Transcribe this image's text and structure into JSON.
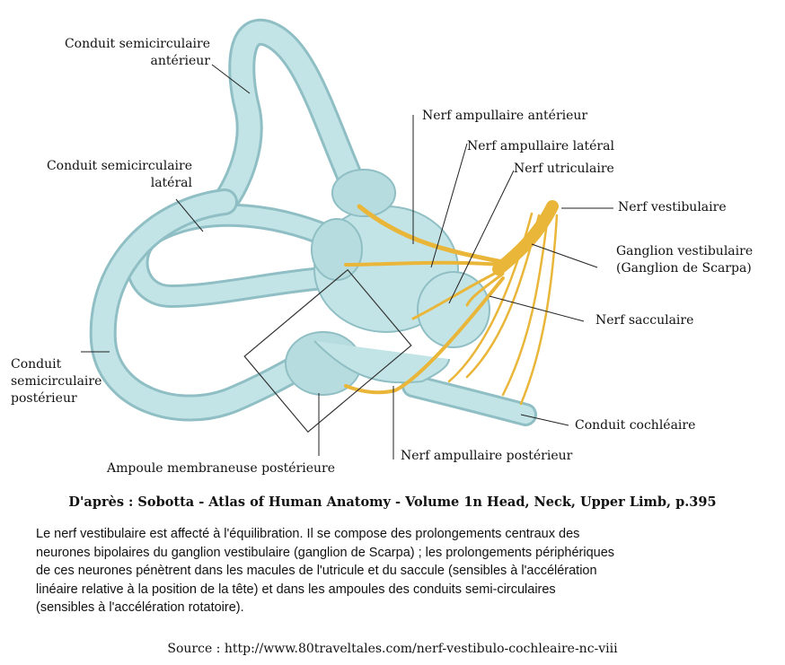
{
  "labels": {
    "conduit_anterieur_1": "Conduit semicirculaire",
    "conduit_anterieur_2": "antérieur",
    "conduit_lateral_1": "Conduit semicirculaire",
    "conduit_lateral_2": "latéral",
    "conduit_posterieur_1": "Conduit",
    "conduit_posterieur_2": "semicirculaire",
    "conduit_posterieur_3": "postérieur",
    "ampoule": "Ampoule membraneuse postérieure",
    "nerf_amp_anterieur": "Nerf ampullaire antérieur",
    "nerf_amp_lateral": "Nerf ampullaire latéral",
    "nerf_utriculaire": "Nerf utriculaire",
    "nerf_vestibulaire": "Nerf vestibulaire",
    "ganglion_1": "Ganglion vestibulaire",
    "ganglion_2": "(Ganglion de Scarpa)",
    "nerf_sacculaire": "Nerf sacculaire",
    "conduit_cochleaire": "Conduit cochléaire",
    "nerf_amp_posterieur": "Nerf ampullaire postérieur"
  },
  "caption": "D'après : Sobotta - Atlas of Human Anatomy - Volume 1n Head, Neck, Upper Limb, p.395",
  "paragraph": [
    "Le nerf vestibulaire est affecté à l'équilibration. Il se compose des prolongements centraux des",
    "neurones bipolaires du ganglion vestibulaire (ganglion de Scarpa) ; les prolongements périphériques",
    "de ces neurones pénètrent dans les macules de l'utricule et du saccule (sensibles à l'accélération",
    "linéaire relative à la position de la tête) et dans les ampoules des conduits  semi-circulaires",
    "(sensibles à l'accélération rotatoire)."
  ],
  "source": "Source : http://www.80traveltales.com/nerf-vestibulo-cochleaire-nc-viii",
  "colors": {
    "membrane_fill": "#c3e4e6",
    "membrane_edge": "#8fbfc4",
    "nerve": "#e9b63a",
    "nerve_edge": "#c58f16",
    "leader": "#222222"
  }
}
